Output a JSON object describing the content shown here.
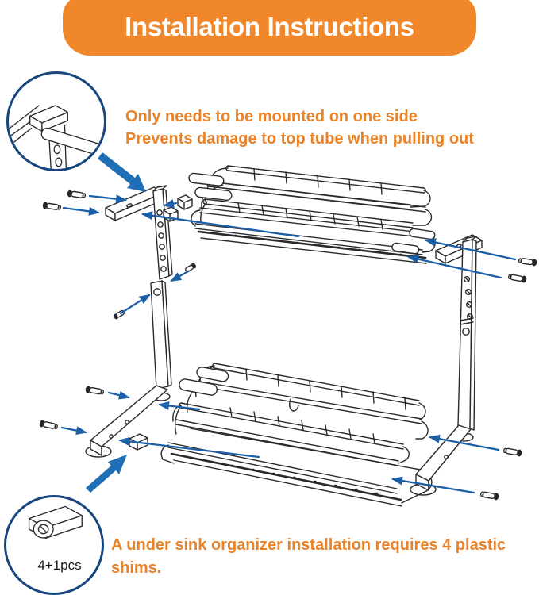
{
  "banner": {
    "title": "Installation Instructions"
  },
  "notes": {
    "top_line1": "Only needs to be mounted on one side",
    "top_line2": "Prevents damage to top tube when pulling out",
    "bottom": "A under sink organizer installation requires 4 plastic shims."
  },
  "insets": {
    "bottom_label": "4+1pcs"
  },
  "colors": {
    "banner-bg": "#F0882B",
    "banner-text": "#FFFFFF",
    "note-text": "#E8832A",
    "thin-arrow": "#1B5FA8",
    "big-arrow": "#1E6FB5",
    "circle-border": "#17477E",
    "line-art": "#2A2A2E",
    "inset-label": "#1A1A1A"
  }
}
